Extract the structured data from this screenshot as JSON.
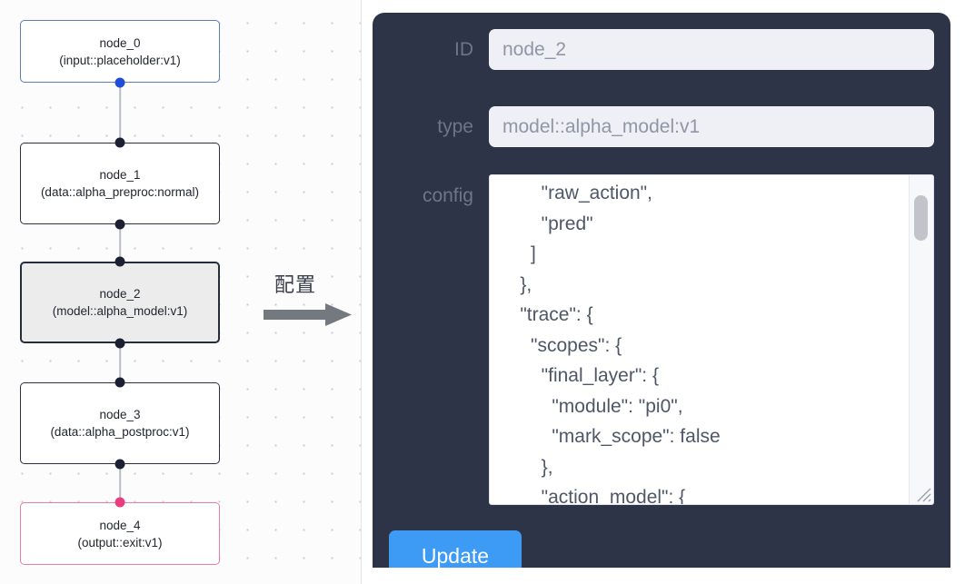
{
  "canvas": {
    "nodes": [
      {
        "id": "node_0",
        "subtitle": "(input::placeholder:v1)",
        "style": "blue",
        "selected": false
      },
      {
        "id": "node_1",
        "subtitle": "(data::alpha_preproc:normal)",
        "style": "dark",
        "selected": false
      },
      {
        "id": "node_2",
        "subtitle": "(model::alpha_model:v1)",
        "style": "dark",
        "selected": true
      },
      {
        "id": "node_3",
        "subtitle": "(data::alpha_postproc:v1)",
        "style": "dark",
        "selected": false
      },
      {
        "id": "node_4",
        "subtitle": "(output::exit:v1)",
        "style": "pink",
        "selected": false
      }
    ],
    "colors": {
      "node_border_default": "#2c3140",
      "node_border_blue": "#5c7fb5",
      "node_border_pink": "#e87ca6",
      "node_selected_fill": "#ececec",
      "port_default": "#1b2133",
      "port_blue": "#1f4fd8",
      "port_pink": "#eb3c7d",
      "edge_line": "#b9bcc4",
      "canvas_background": "#fcfcfd",
      "grid_dot": "#c9ccd4"
    }
  },
  "annotation": {
    "label": "配置",
    "arrow_color": "#6e7480"
  },
  "panel": {
    "background": "#2d3447",
    "fields": [
      {
        "label": "ID",
        "value": "node_2"
      },
      {
        "label": "type",
        "value": "model::alpha_model:v1"
      },
      {
        "label": "config",
        "value": ""
      }
    ],
    "id_label": "ID",
    "id_value": "node_2",
    "type_label": "type",
    "type_value": "model::alpha_model:v1",
    "config_label": "config",
    "config_value": "        \"raw_action\",\n        \"pred\"\n      ]\n    },\n    \"trace\": {\n      \"scopes\": {\n        \"final_layer\": {\n          \"module\": \"pi0\",\n          \"mark_scope\": false\n        },\n        \"action_model\": {",
    "update_button_label": "Update",
    "update_button_color": "#3d9bf5"
  }
}
